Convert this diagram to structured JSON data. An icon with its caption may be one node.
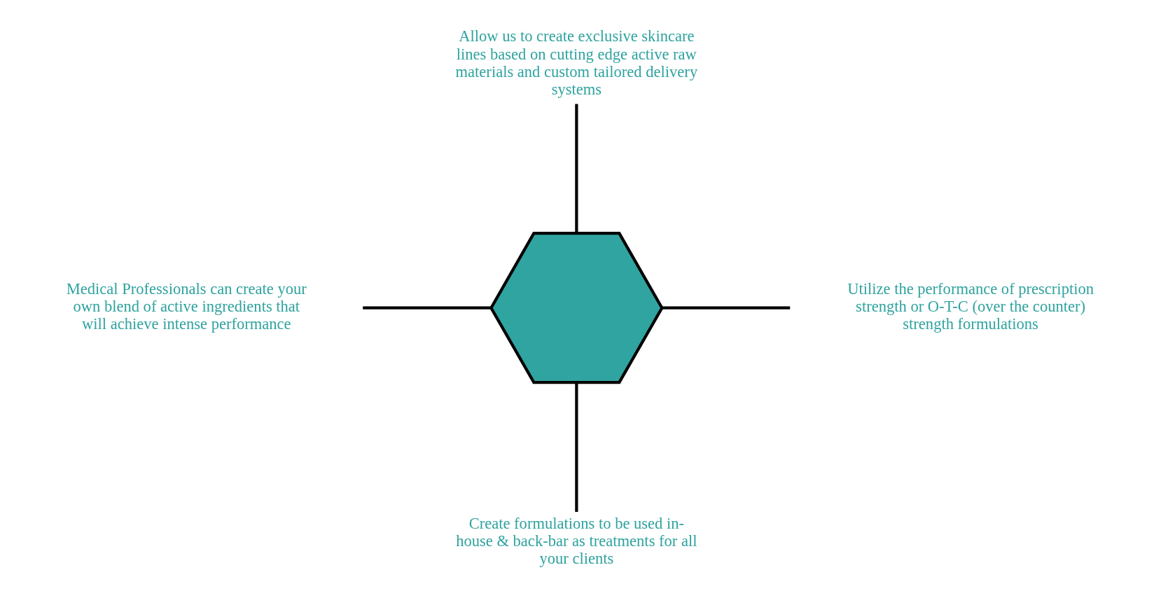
{
  "diagram": {
    "nodes": [
      {
        "text": [
          "Allow us to create exclusive skincare lines based on cutting edge active raw materials and custom tailored delivery systems"
        ]
      },
      {
        "text": [
          "Medical Professionals can create your own blend of active ingredients that will achieve intense performance"
        ]
      },
      {
        "text": [],
        "shape": "hexagon"
      },
      {
        "text": [
          "Utilize the performance of prescription strength or O-T-C (over the counter) strength formulations"
        ]
      },
      {
        "text": [
          "Create formulations to be used in-house & back-bar as treatments for all your clients"
        ]
      }
    ],
    "edges": [
      {
        "from": 0,
        "to": 2,
        "arrow": "none"
      },
      {
        "from": 1,
        "to": 2,
        "arrow": "none"
      },
      {
        "from": 2,
        "to": 3,
        "arrow": "none"
      },
      {
        "from": 2,
        "to": 4,
        "arrow": "none"
      }
    ]
  }
}
